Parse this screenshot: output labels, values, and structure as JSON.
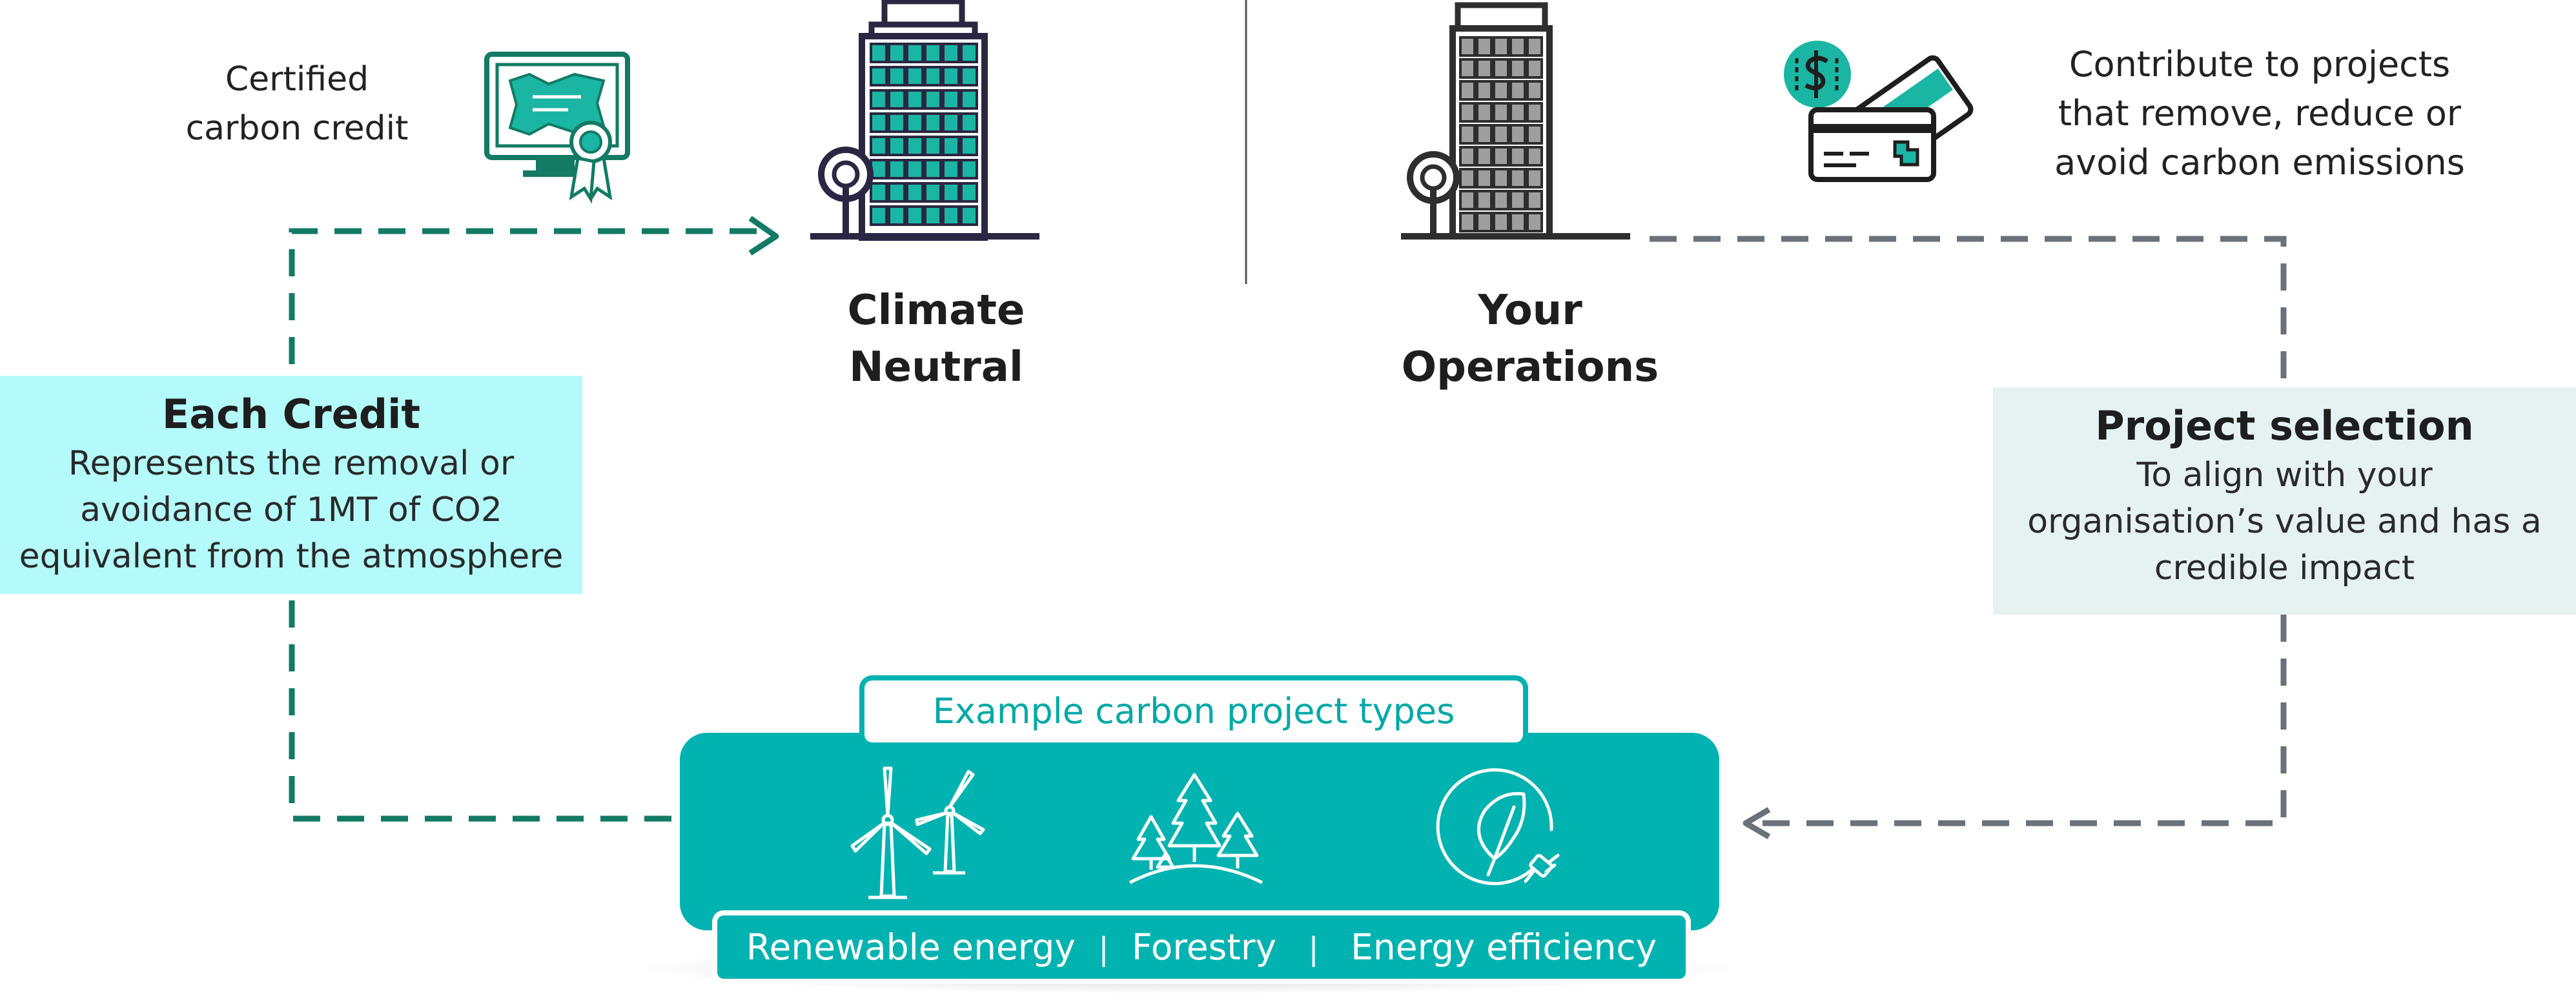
{
  "labels": {
    "certified": [
      "Certified",
      "carbon credit"
    ],
    "contribute": [
      "Contribute to projects",
      "that remove, reduce or",
      "avoid carbon emissions"
    ],
    "climate_neutral": [
      "Climate",
      "Neutral"
    ],
    "your_operations": [
      "Your",
      "Operations"
    ]
  },
  "each_credit": {
    "title": "Each Credit",
    "body": [
      "Represents the removal or",
      "avoidance of 1MT of CO2",
      "equivalent from the atmosphere"
    ]
  },
  "project_selection": {
    "title": "Project selection",
    "body": [
      "To align with your",
      "organisation’s value and has a",
      "credible impact"
    ]
  },
  "project_types": {
    "header": "Example carbon project types",
    "items": [
      "Renewable energy",
      "Forestry",
      "Energy efficiency"
    ],
    "separator": "|"
  },
  "icons": [
    "certificate-icon",
    "building-icon",
    "credit-card-icon",
    "wind-turbine-icon",
    "forest-icon",
    "energy-efficiency-icon"
  ],
  "colors": {
    "teal": "#00b2b0",
    "dark_teal": "#137a64",
    "gray": "#6b7178",
    "light_cyan": "#b4fafa",
    "light_gray_teal": "#e6f2f2"
  }
}
